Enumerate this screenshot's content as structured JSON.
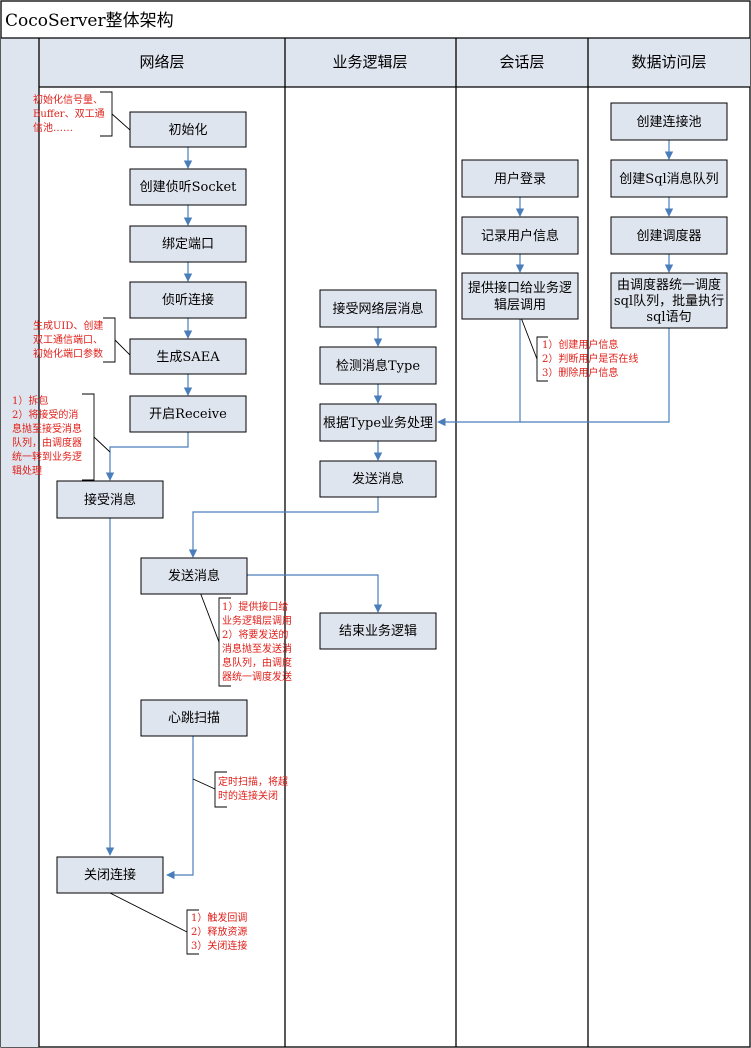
{
  "title": "CocoServer整体架构",
  "lanes": [
    "网络层",
    "业务逻辑层",
    "会话层",
    "数据访问层"
  ],
  "boxes": {
    "init": "初始化",
    "create_socket": "创建侦听Socket",
    "bind_port": "绑定端口",
    "listen": "侦听连接",
    "gen_saea": "生成SAEA",
    "start_receive": "开启Receive",
    "recv_msg": "接受消息",
    "send_msg_net": "发送消息",
    "heartbeat": "心跳扫描",
    "close_conn": "关闭连接",
    "recv_net_msg": "接受网络层消息",
    "detect_type": "检测消息Type",
    "process_type": "根据Type业务处理",
    "send_msg_biz": "发送消息",
    "end_biz": "结束业务逻辑",
    "user_login": "用户登录",
    "record_user": "记录用户信息",
    "provide_iface": [
      "提供接口给业务逻",
      "辑层调用"
    ],
    "create_pool": "创建连接池",
    "create_sql_queue": "创建Sql消息队列",
    "create_scheduler": "创建调度器",
    "scheduler_exec": [
      "由调度器统一调度",
      "sql队列，批量执行",
      "sql语句"
    ]
  },
  "notes": {
    "init": [
      "初始化信号量、",
      "Buffer、双工通",
      "信池……"
    ],
    "saea": [
      "生成UID、创建",
      "双工通信端口、",
      "初始化端口参数"
    ],
    "receive": [
      "1）拆包",
      "2）将接受的消",
      "息抛至接受消息",
      "队列，由调度器",
      "统一转到业务逻",
      "辑处理"
    ],
    "session": [
      "1）创建用户信息",
      "2）判断用户是否在线",
      "3）删除用户信息"
    ],
    "send": [
      "1）提供接口给",
      "业务逻辑层调用",
      "2）将要发送的",
      "消息抛至发送消",
      "息队列，由调度",
      "器统一调度发送"
    ],
    "heartbeat": [
      "定时扫描，将超",
      "时的连接关闭"
    ],
    "close": [
      "1）触发回调",
      "2）释放资源",
      "3）关闭连接"
    ]
  },
  "colors": {
    "box_fill": "#dfe5ee",
    "arrow": "#4a7ebb",
    "note_text": "#e0211b"
  }
}
